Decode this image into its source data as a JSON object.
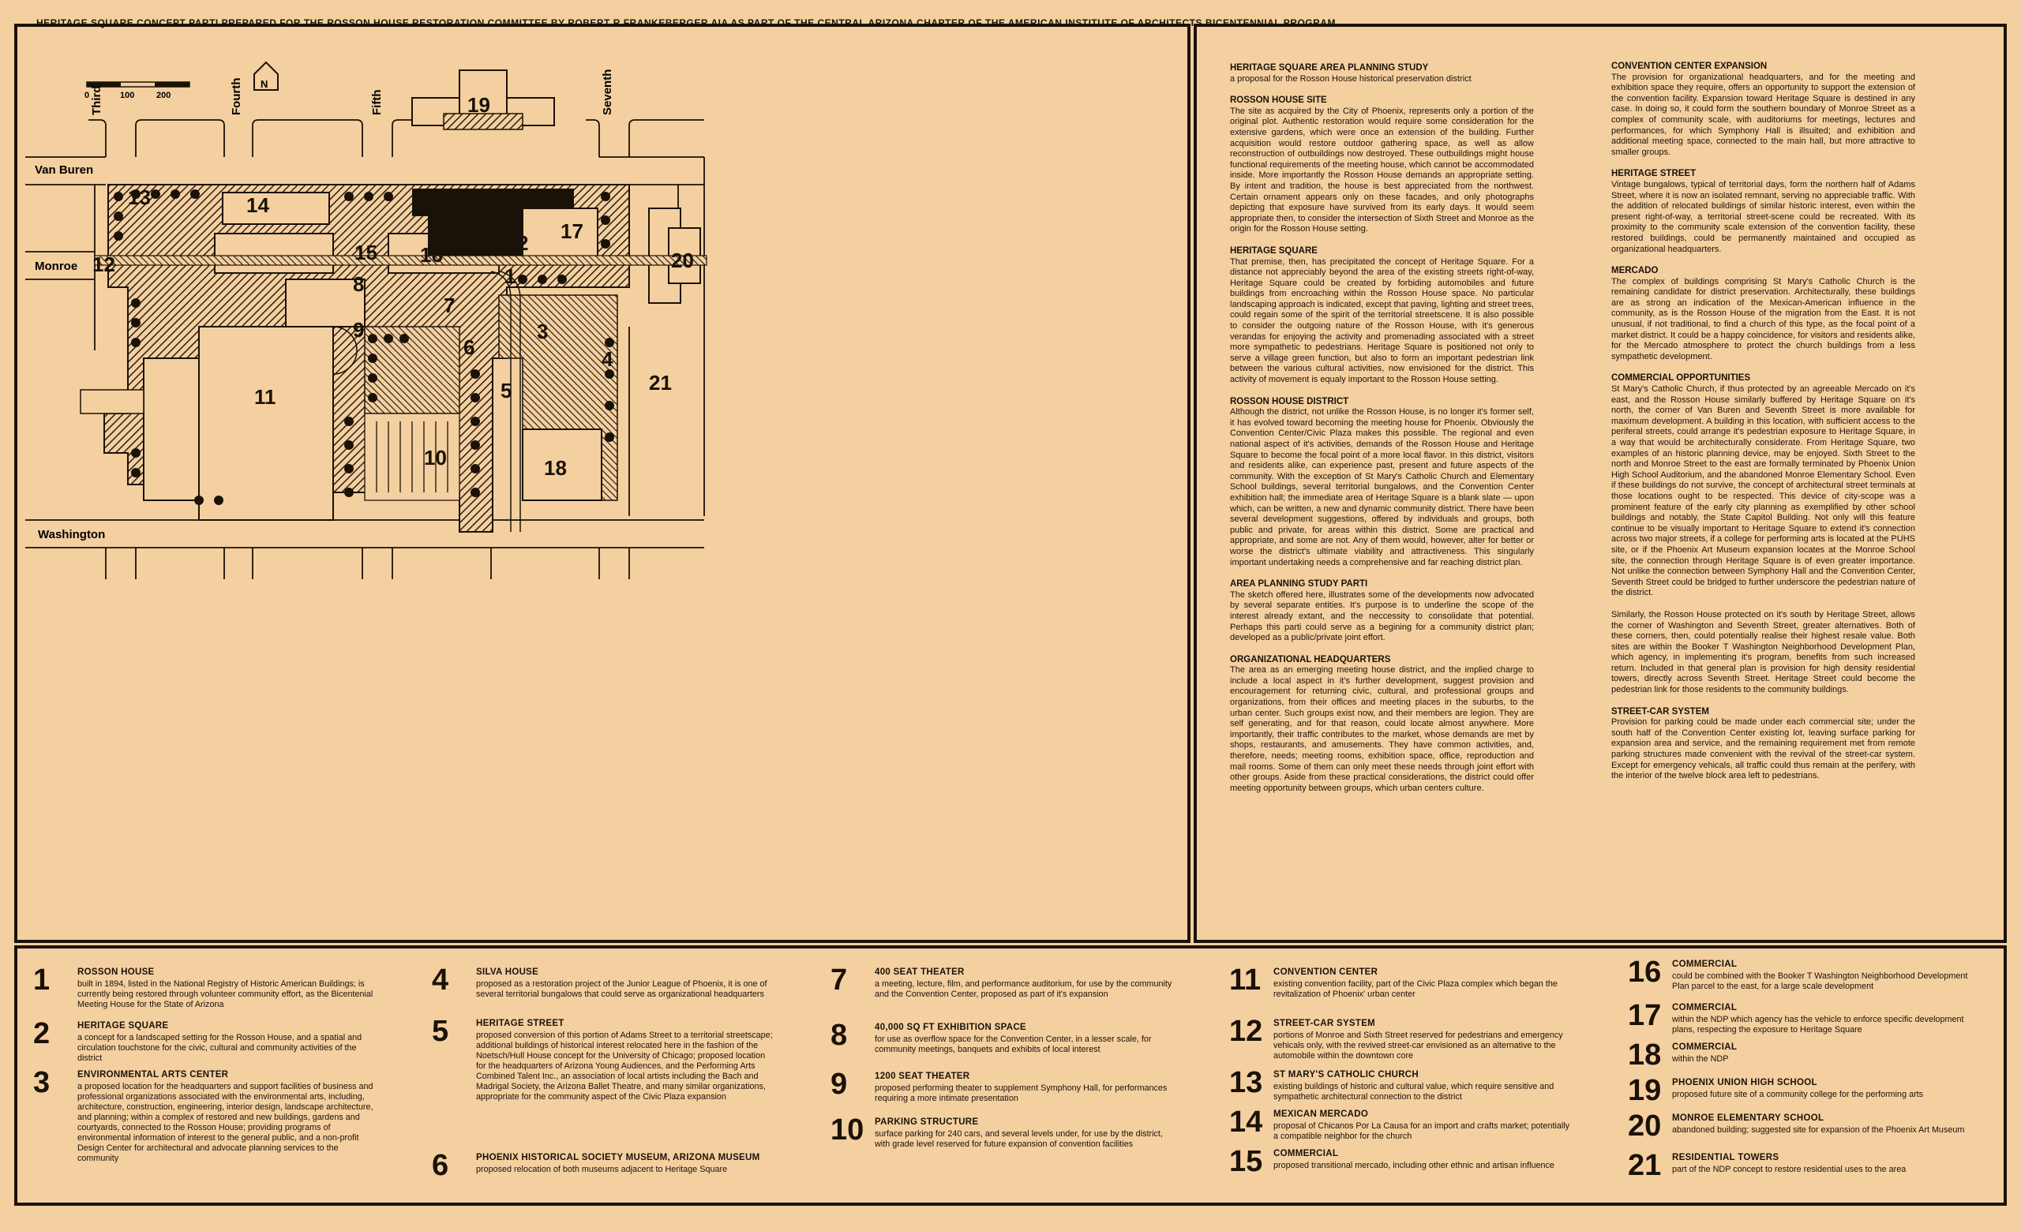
{
  "header": "HERITAGE SQUARE CONCEPT PARTI PREPARED FOR THE ROSSON HOUSE RESTORATION COMMITTEE BY ROBERT R FRANKEBERGER AIA AS PART OF THE CENTRAL ARIZONA  CHAPTER OF THE AMERICAN INSTITUTE OF ARCHITECTS BICENTENNIAL PROGRAM",
  "map": {
    "north_label": "N",
    "scale_labels": [
      "0",
      "100",
      "200"
    ],
    "streets": {
      "third": "Third",
      "fourth": "Fourth",
      "fifth": "Fifth",
      "seventh": "Seventh",
      "van_buren": "Van Buren",
      "monroe": "Monroe",
      "washington": "Washington"
    },
    "site_numbers": [
      "1",
      "2",
      "3",
      "4",
      "5",
      "6",
      "7",
      "8",
      "9",
      "10",
      "11",
      "12",
      "13",
      "14",
      "15",
      "16",
      "17",
      "18",
      "19",
      "20",
      "21"
    ]
  },
  "columns": [
    [
      {
        "title": "HERITAGE SQUARE AREA PLANNING STUDY",
        "sub": "a proposal for the Rosson House historical preservation district",
        "body": ""
      },
      {
        "title": "ROSSON HOUSE SITE",
        "sub": "",
        "body": "The site as acquired by the City of Phoenix, represents only a portion of the original plot. Authentic restoration would require some consideration for the extensive gardens, which were once an extension of the building. Further acquisition would restore outdoor gathering space, as well as allow reconstruction of outbuildings now destroyed. These outbuildings might house functional requirements of the meeting house, which cannot be accommodated inside. More importantly the Rosson House demands an appropriate setting. By intent and tradition, the house is best appreciated from the northwest. Certain ornament appears only on these facades, and only photographs depicting that exposure have survived from its early days. It would seem appropriate then, to consider the intersection of Sixth Street and Monroe as the origin for the Rosson House setting."
      },
      {
        "title": "HERITAGE SQUARE",
        "sub": "",
        "body": "That premise, then, has precipitated the concept of Heritage Square. For a distance not appreciably beyond the area of the existing streets right-of-way, Heritage Square could be created by forbiding automobiles and future buildings from encroaching within the Rosson House space. No particular landscaping approach is indicated, except that paving, lighting and street trees, could regain some of the spirit of the territorial streetscene. It is also possible to consider the outgoing nature of the Rosson House, with it's generous verandas for enjoying the activity and promenading associated with a street more sympathetic to pedestrians. Heritage Square is positioned not only to serve a village green function, but also to form an important pedestrian link between the various cultural activities, now envisioned for the district. This activity of movement is equaly important to the Rosson House setting."
      },
      {
        "title": "ROSSON HOUSE DISTRICT",
        "sub": "",
        "body": "Although the district, not unlike the Rosson House, is no longer it's former self, it has evolved toward becoming the meeting house for Phoenix. Obviously the Convention Center/Civic Plaza makes this possible. The regional and even national aspect of it's activities, demands of the Rosson House and Heritage Square to become the focal point of a more local flavor. In this district, visitors and residents alike, can experience past, present and future aspects of the community. With the exception of St Mary's Catholic Church and Elementary School buildings, several territorial bungalows, and the Convention Center exhibition hall; the immediate area of Heritage Square is a blank slate — upon which, can be written, a new and dynamic community district. There have been several development suggestions, offered by individuals and groups, both public and private, for areas within this district. Some are practical and appropriate, and some are not. Any of them would, however, alter for better or worse the district's ultimate viability and attractiveness. This singularly important undertaking needs a comprehensive and far reaching district plan."
      },
      {
        "title": "AREA PLANNING STUDY PARTI",
        "sub": "",
        "body": "The sketch offered here, illustrates some of the developments now advocated by several separate entities. It's purpose is to underline the scope of the interest already extant, and the neccessity to consolidate that potential. Perhaps this parti could serve as a begining for a community district plan; developed as a public/private joint effort."
      },
      {
        "title": "ORGANIZATIONAL HEADQUARTERS",
        "sub": "",
        "body": "The area as an emerging meeting house district, and the implied charge to include a local aspect in it's further development, suggest provision and encouragement for returning civic, cultural, and professional groups and organizations, from their offices and meeting places in the suburbs, to the urban center. Such groups exist now, and their members are legion. They are self generating, and for that reason, could locate almost anywhere. More importantly, their traffic contributes to the market, whose demands are met by shops, restaurants, and amusements. They have common activities, and, therefore, needs; meeting rooms, exhibition space, office, reproduction and mail rooms. Some of them can only meet these needs through joint effort with other groups. Aside from these practical considerations, the district could offer meeting opportunity between groups, which urban centers culture."
      }
    ],
    [
      {
        "title": "CONVENTION CENTER EXPANSION",
        "sub": "",
        "body": "The provision for organizational headquarters, and for the meeting and exhibition space they require, offers an opportunity to support the extension of the convention facility. Expansion toward Heritage Square is destined in any case. In doing so, it could form the southern boundary of Monroe Street as a complex of community scale, with auditoriums for meetings, lectures and performances, for which Symphony Hall is illsuited; and exhibition and additional meeting space, connected to the main hall, but more attractive to smaller groups."
      },
      {
        "title": "HERITAGE STREET",
        "sub": "",
        "body": "Vintage bungalows, typical of territorial days, form the northern half of Adams Street, where it is now an isolated remnant, serving no appreciable traffic. With the addition of relocated buildings of similar historic interest, even within the present right-of-way, a territorial street-scene could be recreated. With its proximity to the community scale extension of the convention facility, these restored buildings, could be permanently maintained and occupied as organizational headquarters."
      },
      {
        "title": "MERCADO",
        "sub": "",
        "body": "The complex of buildings comprising St Mary's Catholic Church is the remaining candidate for district preservation. Architecturally, these buildings are as strong an indication of the Mexican-American influence in the community, as is the Rosson House of the migration from the East. It is not unusual, if not traditional, to find a church of this type, as the focal point of a market district. It could be a happy coincidence, for visitors and residents alike, for the Mercado atmosphere to protect the church buildings from a less sympathetic development."
      },
      {
        "title": "COMMERCIAL OPPORTUNITIES",
        "sub": "",
        "body": "St Mary's Catholic Church, if thus protected by an agreeable Mercado on it's east, and the Rosson House similarly buffered by Heritage Square on it's north, the corner of Van Buren and Seventh Street is more available for maximum development. A building in this location, with sufficient access to the periferal streets, could arrange it's pedestrian exposure to Heritage Square, in a way that would be architecturally considerate. From Heritage Square, two examples of an historic planning device, may be enjoyed. Sixth Street to the north and Monroe Street to the east are formally terminated by Phoenix Union High School Auditorium, and the abandoned Monroe Elementary School. Even if these buildings do not survive, the concept of architectural street terminals at those locations ought to be respected. This device of city-scope was a prominent feature of the early city planning as exemplified by other school buildings and notably, the State Capitol Building. Not only will this feature continue to be visually important to Heritage Square to extend it's connection across two major streets, if a college for performing arts is located at the PUHS site, or if the Phoenix Art Museum expansion locates at the Monroe School site, the connection through Heritage Square is of even greater importance. Not unlike the connection between Symphony Hall and the Convention Center, Seventh Street could be bridged to further underscore the pedestrian nature of the district."
      },
      {
        "title": "",
        "sub": "",
        "body": "Similarly, the Rosson House protected on it's south by Heritage Street, allows the corner of Washington and Seventh Street, greater alternatives. Both of these corners, then, could potentially realise their highest resale value. Both sites are within the Booker T Washington Neighborhood Development Plan, which agency, in implementing it's program, benefits from such increased return. Included in that general plan is provision for high density residential towers, directly across Seventh Street. Heritage Street could become the pedestrian link for those residents to the community buildings."
      },
      {
        "title": "STREET-CAR SYSTEM",
        "sub": "",
        "body": "Provision for parking could be made under each commercial site; under the south half of the Convention Center existing lot, leaving surface parking for expansion area and service, and the remaining requirement met from remote parking structures made convenient with the revival of the street-car system. Except for emergency vehicals, all traffic could thus remain at the perifery, with the interior of the twelve block area left to pedestrians."
      }
    ]
  ],
  "legend": [
    {
      "num": "1",
      "title": "ROSSON HOUSE",
      "desc": "built in 1894, listed in the National Registry of Historic American Buildings; is currently being restored through volunteer community effort, as the Bicentenial Meeting House for the State of Arizona"
    },
    {
      "num": "2",
      "title": "HERITAGE SQUARE",
      "desc": "a concept for a landscaped setting for the Rosson House, and a spatial and circulation touchstone for the civic, cultural and community activities of the district"
    },
    {
      "num": "3",
      "title": "ENVIRONMENTAL ARTS CENTER",
      "desc": "a proposed location for the headquarters and support facilities of business and professional organizations associated with the environmental arts, including, architecture, construction, engineering, interior design, landscape architecture, and planning; within a complex of restored and new buildings, gardens and courtyards, connected to the Rosson House; providing programs of environmental information of interest to the general public, and a non-profit Design Center for architectural and advocate planning services to the community"
    },
    {
      "num": "4",
      "title": "SILVA HOUSE",
      "desc": "proposed as a restoration project of the Junior League of Phoenix, it is one of several territorial bungalows that could serve as organizational headquarters"
    },
    {
      "num": "5",
      "title": "HERITAGE STREET",
      "desc": "proposed conversion of this portion of Adams Street to a territorial streetscape; additional buildings of historical interest relocated here in the fashion of the Noetsch/Hull House concept for the University of Chicago; proposed location for the headquarters of Arizona Young Audiences, and the Performing Arts Combined Talent Inc., an association of local artists including the Bach and Madrigal Society, the Arizona Ballet Theatre, and many similar organizations, appropriate for the community aspect of the Civic Plaza expansion"
    },
    {
      "num": "6",
      "title": "PHOENIX HISTORICAL SOCIETY MUSEUM,  ARIZONA MUSEUM",
      "desc": "proposed relocation of both museums adjacent to Heritage Square"
    },
    {
      "num": "7",
      "title": "400 SEAT THEATER",
      "desc": "a meeting, lecture, film, and performance auditorium, for use by the community and the Convention Center, proposed as part of it's expansion"
    },
    {
      "num": "8",
      "title": "40,000  SQ FT  EXHIBITION SPACE",
      "desc": "for use as overflow space for the Convention Center, in a lesser scale, for community meetings, banquets and exhibits of local interest"
    },
    {
      "num": "9",
      "title": "1200  SEAT THEATER",
      "desc": "proposed performing theater to supplement Symphony Hall, for performances requiring a more intimate presentation"
    },
    {
      "num": "10",
      "title": "PARKING  STRUCTURE",
      "desc": "surface parking for 240 cars, and several levels under, for use by the district, with grade level reserved for future expansion of convention facilities"
    },
    {
      "num": "11",
      "title": "CONVENTION CENTER",
      "desc": "existing convention facility, part of the Civic Plaza complex which began the revitalization of Phoenix' urban center"
    },
    {
      "num": "12",
      "title": "STREET-CAR SYSTEM",
      "desc": "portions of Monroe and Sixth Street reserved for pedestrians and emergency vehicals only, with the revived street-car envisioned as an alternative to the automobile within the downtown core"
    },
    {
      "num": "13",
      "title": "ST MARY'S CATHOLIC CHURCH",
      "desc": "existing buildings of historic and cultural value, which require sensitive and sympathetic architectural connection to the district"
    },
    {
      "num": "14",
      "title": "MEXICAN MERCADO",
      "desc": "proposal of Chicanos Por La Causa for an import and crafts market; potentially a compatible neighbor for the church"
    },
    {
      "num": "15",
      "title": "COMMERCIAL",
      "desc": "proposed transitional mercado, including other ethnic and artisan influence"
    },
    {
      "num": "16",
      "title": "COMMERCIAL",
      "desc": "could be combined with the Booker T Washington Neighborhood Development Plan parcel to the east, for a large scale development"
    },
    {
      "num": "17",
      "title": "COMMERCIAL",
      "desc": "within the NDP which agency has the vehicle to enforce specific development plans, respecting the exposure to Heritage Square"
    },
    {
      "num": "18",
      "title": "COMMERCIAL",
      "desc": "within the NDP"
    },
    {
      "num": "19",
      "title": "PHOENIX UNION HIGH SCHOOL",
      "desc": "proposed future site of a community college for the performing arts"
    },
    {
      "num": "20",
      "title": "MONROE ELEMENTARY SCHOOL",
      "desc": "abandoned building; suggested site for expansion of the Phoenix Art Museum"
    },
    {
      "num": "21",
      "title": "RESIDENTIAL TOWERS",
      "desc": "part of the NDP concept to restore residential uses to the area"
    }
  ]
}
